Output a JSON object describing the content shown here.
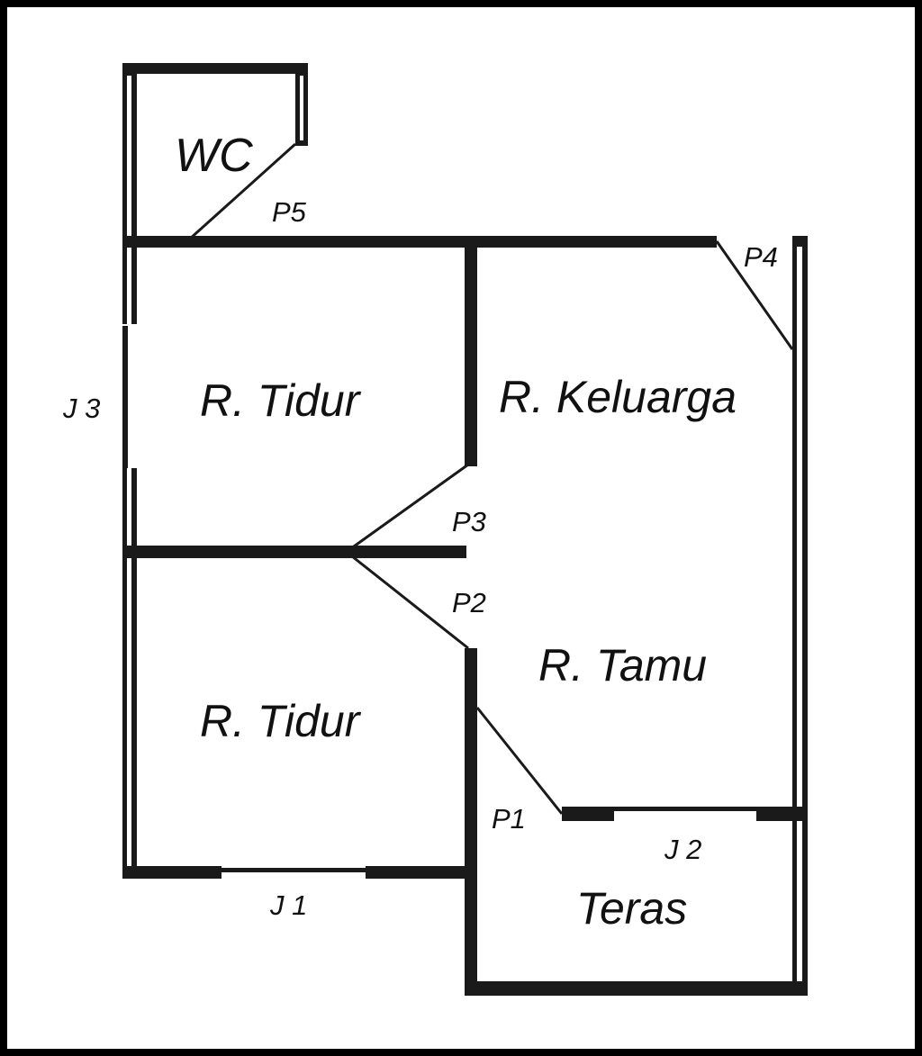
{
  "rooms": {
    "wc": "WC",
    "bedroom_top": "R. Tidur",
    "bedroom_bottom": "R. Tidur",
    "family_room": "R. Keluarga",
    "living_room": "R. Tamu",
    "terrace": "Teras"
  },
  "doors": {
    "p1": "P1",
    "p2": "P2",
    "p3": "P3",
    "p4": "P4",
    "p5": "P5"
  },
  "windows": {
    "j1": "J 1",
    "j2": "J 2",
    "j3": "J 3"
  },
  "colors": {
    "wall": "#1a1a1a",
    "background": "#ffffff",
    "frame": "#000000"
  }
}
